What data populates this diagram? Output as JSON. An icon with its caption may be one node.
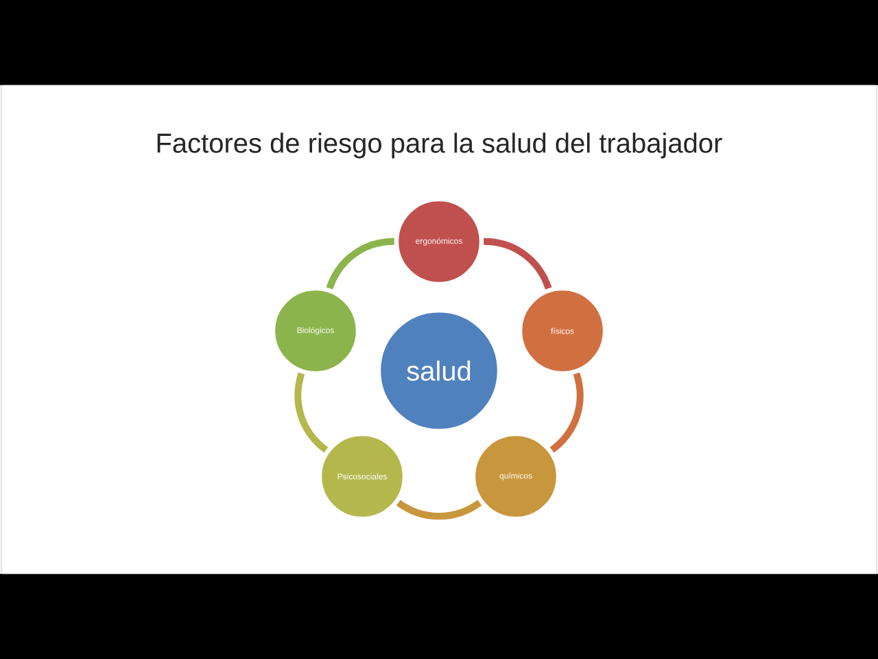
{
  "diagram": {
    "title": "Factores de riesgo para la salud del trabajador",
    "nodes": [
      {
        "text": [
          "salud"
        ]
      },
      {
        "text": [
          "ergonómicos"
        ]
      },
      {
        "text": [
          "físicos"
        ]
      },
      {
        "text": [
          "químicos"
        ]
      },
      {
        "text": [
          "Psicosociales"
        ]
      },
      {
        "text": [
          "Biológicos"
        ]
      }
    ],
    "edges": [
      {
        "from": 1,
        "to": 2,
        "arrow": "none",
        "color": "#c0504d"
      },
      {
        "from": 2,
        "to": 3,
        "arrow": "none",
        "color": "#d07040"
      },
      {
        "from": 3,
        "to": 4,
        "arrow": "none",
        "color": "#c8963c"
      },
      {
        "from": 4,
        "to": 5,
        "arrow": "none",
        "color": "#b4b84c"
      },
      {
        "from": 5,
        "to": 1,
        "arrow": "none",
        "color": "#8cb44c"
      }
    ]
  }
}
